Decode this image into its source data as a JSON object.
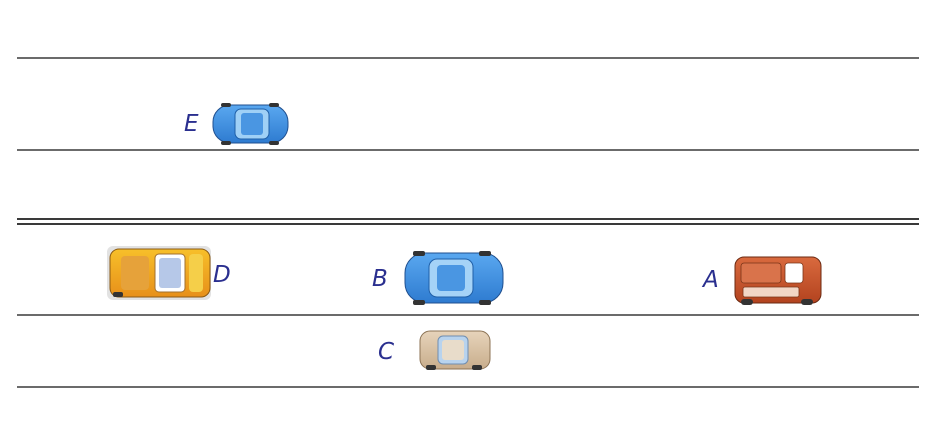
{
  "cars": [
    {
      "label": "E",
      "color": "#3f8fe0",
      "type": "sedan"
    },
    {
      "label": "D",
      "color": "#f0a21f",
      "type": "hatch"
    },
    {
      "label": "B",
      "color": "#3f8fe0",
      "type": "sedan"
    },
    {
      "label": "A",
      "color": "#c8502b",
      "type": "suv"
    },
    {
      "label": "C",
      "color": "#d8c2a6",
      "type": "small"
    }
  ],
  "colors": {
    "road_line": "#3a3a3a",
    "label_text": "#2a2f8f"
  }
}
